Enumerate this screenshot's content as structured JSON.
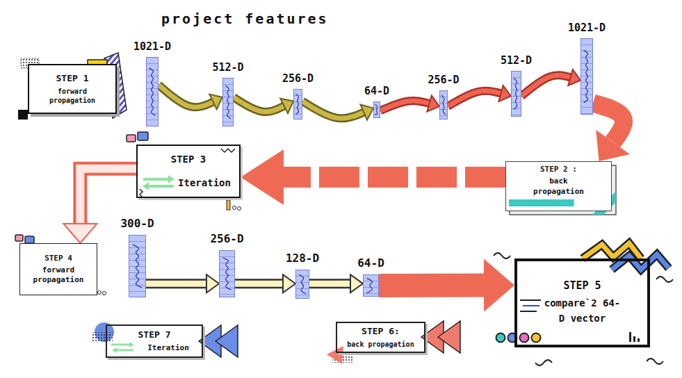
{
  "diagram": {
    "title": "project features",
    "nodes": [
      {
        "text": [
          "STEP 1",
          "forward propagation"
        ]
      },
      {
        "text": [
          "1021-D"
        ]
      },
      {
        "text": [
          "512-D"
        ]
      },
      {
        "text": [
          "256-D"
        ]
      },
      {
        "text": [
          "64-D"
        ]
      },
      {
        "text": [
          "256-D"
        ]
      },
      {
        "text": [
          "512-D"
        ]
      },
      {
        "text": [
          "1021-D"
        ]
      },
      {
        "text": [
          "STEP 3",
          "Iteration"
        ]
      },
      {
        "text": [
          "STEP 2 :",
          "back propagation"
        ]
      },
      {
        "text": [
          "STEP 4",
          "forward propagation"
        ]
      },
      {
        "text": [
          "300-D"
        ]
      },
      {
        "text": [
          "256-D"
        ]
      },
      {
        "text": [
          "128-D"
        ]
      },
      {
        "text": [
          "64-D"
        ]
      },
      {
        "text": [
          "STEP 5",
          "compare`2 64-D vector"
        ]
      },
      {
        "text": [
          "STEP 7",
          "Iteration"
        ]
      },
      {
        "text": [
          "STEP 6:",
          "back propagation"
        ]
      }
    ],
    "edges": [
      {
        "from": 1,
        "to": 2,
        "arrow": "to"
      },
      {
        "from": 2,
        "to": 3,
        "arrow": "to"
      },
      {
        "from": 3,
        "to": 4,
        "arrow": "to"
      },
      {
        "from": 4,
        "to": 5,
        "arrow": "to"
      },
      {
        "from": 5,
        "to": 6,
        "arrow": "to"
      },
      {
        "from": 6,
        "to": 7,
        "arrow": "to"
      },
      {
        "from": 7,
        "to": 9,
        "arrow": "to"
      },
      {
        "from": 9,
        "to": 8,
        "arrow": "to"
      },
      {
        "from": 8,
        "to": 10,
        "arrow": "to"
      },
      {
        "from": 11,
        "to": 12,
        "arrow": "to"
      },
      {
        "from": 12,
        "to": 13,
        "arrow": "to"
      },
      {
        "from": 13,
        "to": 14,
        "arrow": "to"
      },
      {
        "from": 14,
        "to": 15,
        "arrow": "to"
      }
    ]
  }
}
